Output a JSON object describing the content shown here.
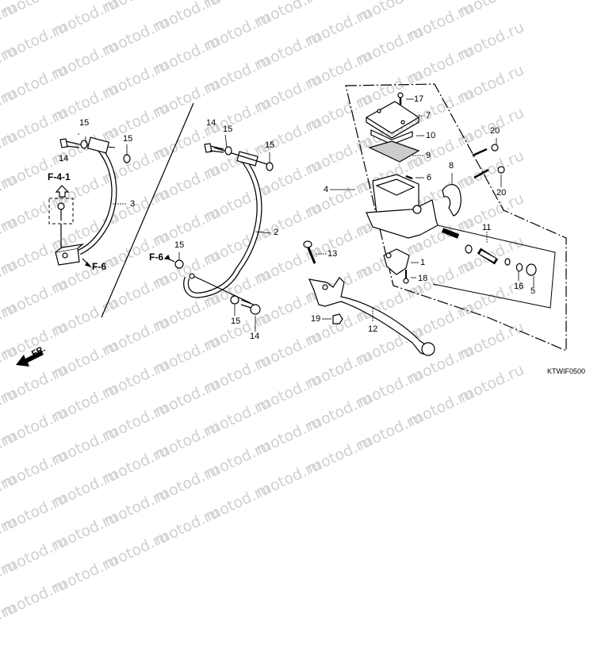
{
  "watermark": {
    "text": "motod.ru",
    "color": "#d0d0d0"
  },
  "diagram": {
    "subject": "Front brake master cylinder & brake hoses exploded parts view",
    "code": "KTWIF0500",
    "front_indicator": "FR.",
    "references": {
      "f41": "F-4-1",
      "f6_left": "F-6",
      "f6_mid": "F-6"
    },
    "callouts": [
      {
        "id": "c14a",
        "label": "14"
      },
      {
        "id": "c15a",
        "label": "15"
      },
      {
        "id": "c15b",
        "label": "15"
      },
      {
        "id": "c3",
        "label": "3"
      },
      {
        "id": "c14b",
        "label": "14"
      },
      {
        "id": "c15c",
        "label": "15"
      },
      {
        "id": "c15d",
        "label": "15"
      },
      {
        "id": "c2",
        "label": "2"
      },
      {
        "id": "c15e",
        "label": "15"
      },
      {
        "id": "c15f",
        "label": "15"
      },
      {
        "id": "c14c",
        "label": "14"
      },
      {
        "id": "c17",
        "label": "17"
      },
      {
        "id": "c7",
        "label": "7"
      },
      {
        "id": "c10",
        "label": "10"
      },
      {
        "id": "c9",
        "label": "9"
      },
      {
        "id": "c6",
        "label": "6"
      },
      {
        "id": "c4",
        "label": "4"
      },
      {
        "id": "c8",
        "label": "8"
      },
      {
        "id": "c20a",
        "label": "20"
      },
      {
        "id": "c20b",
        "label": "20"
      },
      {
        "id": "c11",
        "label": "11"
      },
      {
        "id": "c16",
        "label": "16"
      },
      {
        "id": "c5",
        "label": "5"
      },
      {
        "id": "c13",
        "label": "13"
      },
      {
        "id": "c1",
        "label": "1"
      },
      {
        "id": "c18",
        "label": "18"
      },
      {
        "id": "c19",
        "label": "19"
      },
      {
        "id": "c12",
        "label": "12"
      }
    ]
  }
}
